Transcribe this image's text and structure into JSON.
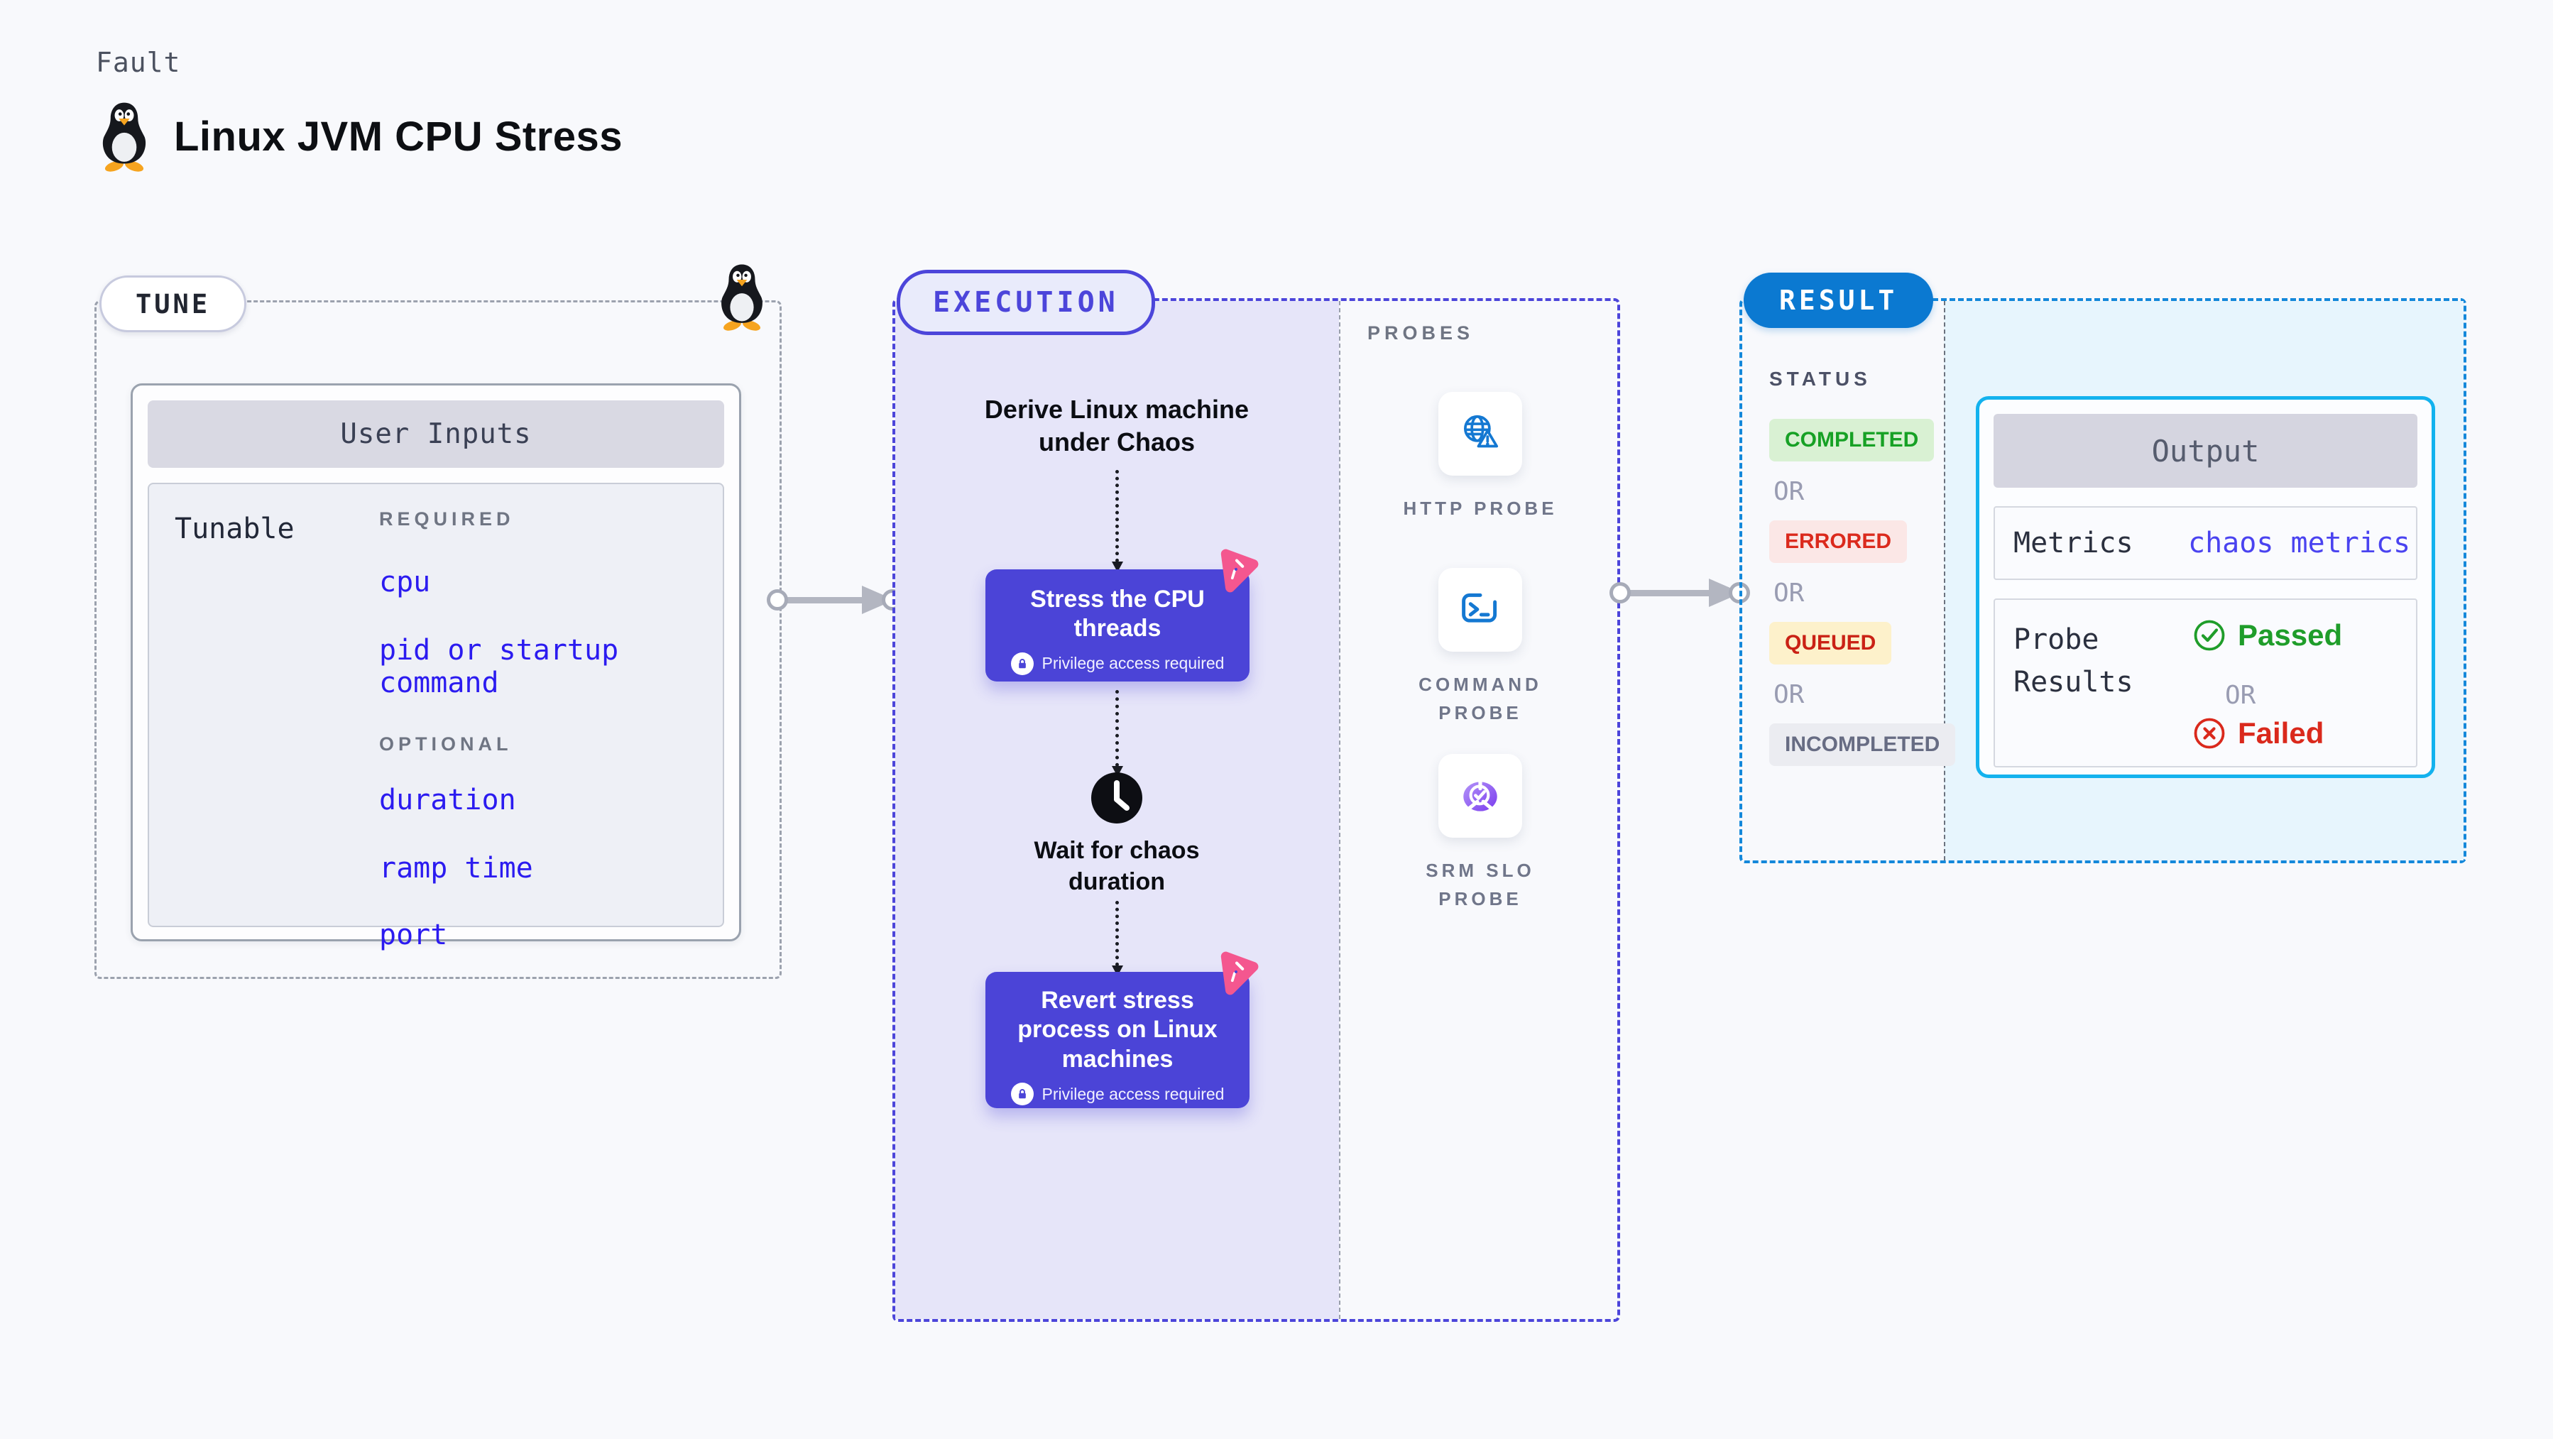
{
  "header": {
    "kicker": "Fault",
    "title": "Linux JVM CPU Stress"
  },
  "tune": {
    "pill": "TUNE",
    "card_title": "User Inputs",
    "row_label": "Tunable",
    "groups": [
      {
        "label": "REQUIRED",
        "items": [
          "cpu",
          "pid or startup command"
        ]
      },
      {
        "label": "OPTIONAL",
        "items": [
          "duration",
          "ramp time",
          "port"
        ]
      }
    ]
  },
  "execution": {
    "pill": "EXECUTION",
    "entry": "Derive Linux machine under Chaos",
    "steps": [
      {
        "title": "Stress the CPU threads",
        "badge": "Privilege access required"
      },
      {
        "title": "Revert stress process on Linux machines",
        "badge": "Privilege access required"
      }
    ],
    "wait": "Wait for chaos duration"
  },
  "probes": {
    "heading": "PROBES",
    "items": [
      {
        "name": "HTTP PROBE",
        "icon": "globe-alert-icon"
      },
      {
        "name": "COMMAND PROBE",
        "icon": "terminal-icon"
      },
      {
        "name": "SRM SLO PROBE",
        "icon": "slo-pie-icon"
      }
    ]
  },
  "result": {
    "pill": "RESULT",
    "status_heading": "STATUS",
    "or": "OR",
    "statuses": [
      {
        "label": "COMPLETED",
        "color": "#17a125",
        "bg": "#d9f1d3"
      },
      {
        "label": "ERRORED",
        "color": "#db2a1d",
        "bg": "#fbe7e6"
      },
      {
        "label": "QUEUED",
        "color": "#ca2115",
        "bg": "#fdf1cb"
      },
      {
        "label": "INCOMPLETED",
        "color": "#676c83",
        "bg": "#ebecf1"
      }
    ],
    "output": {
      "title": "Output",
      "metrics_label": "Metrics",
      "metrics_value": "chaos metrics",
      "probe_results_label": "Probe Results",
      "passed": "Passed",
      "or": "OR",
      "failed": "Failed"
    }
  },
  "colors": {
    "page_bg": "#f8f9fc",
    "indigo": "#4c45da",
    "step_box": "#4b44d7",
    "purple_zone": "#e6e5f9",
    "result_blue": "#0b79d1",
    "result_dash": "#1488da",
    "cyan_zone": "#e7f5fd",
    "cyan_border": "#13b2ee",
    "link_blue": "#2b1bf0",
    "metrics_blue": "#4a43f0",
    "passed_green": "#1f9d2a",
    "failed_red": "#da291c",
    "chaos_pink": "#f4578f",
    "probe_icon_blue": "#1478d2"
  }
}
